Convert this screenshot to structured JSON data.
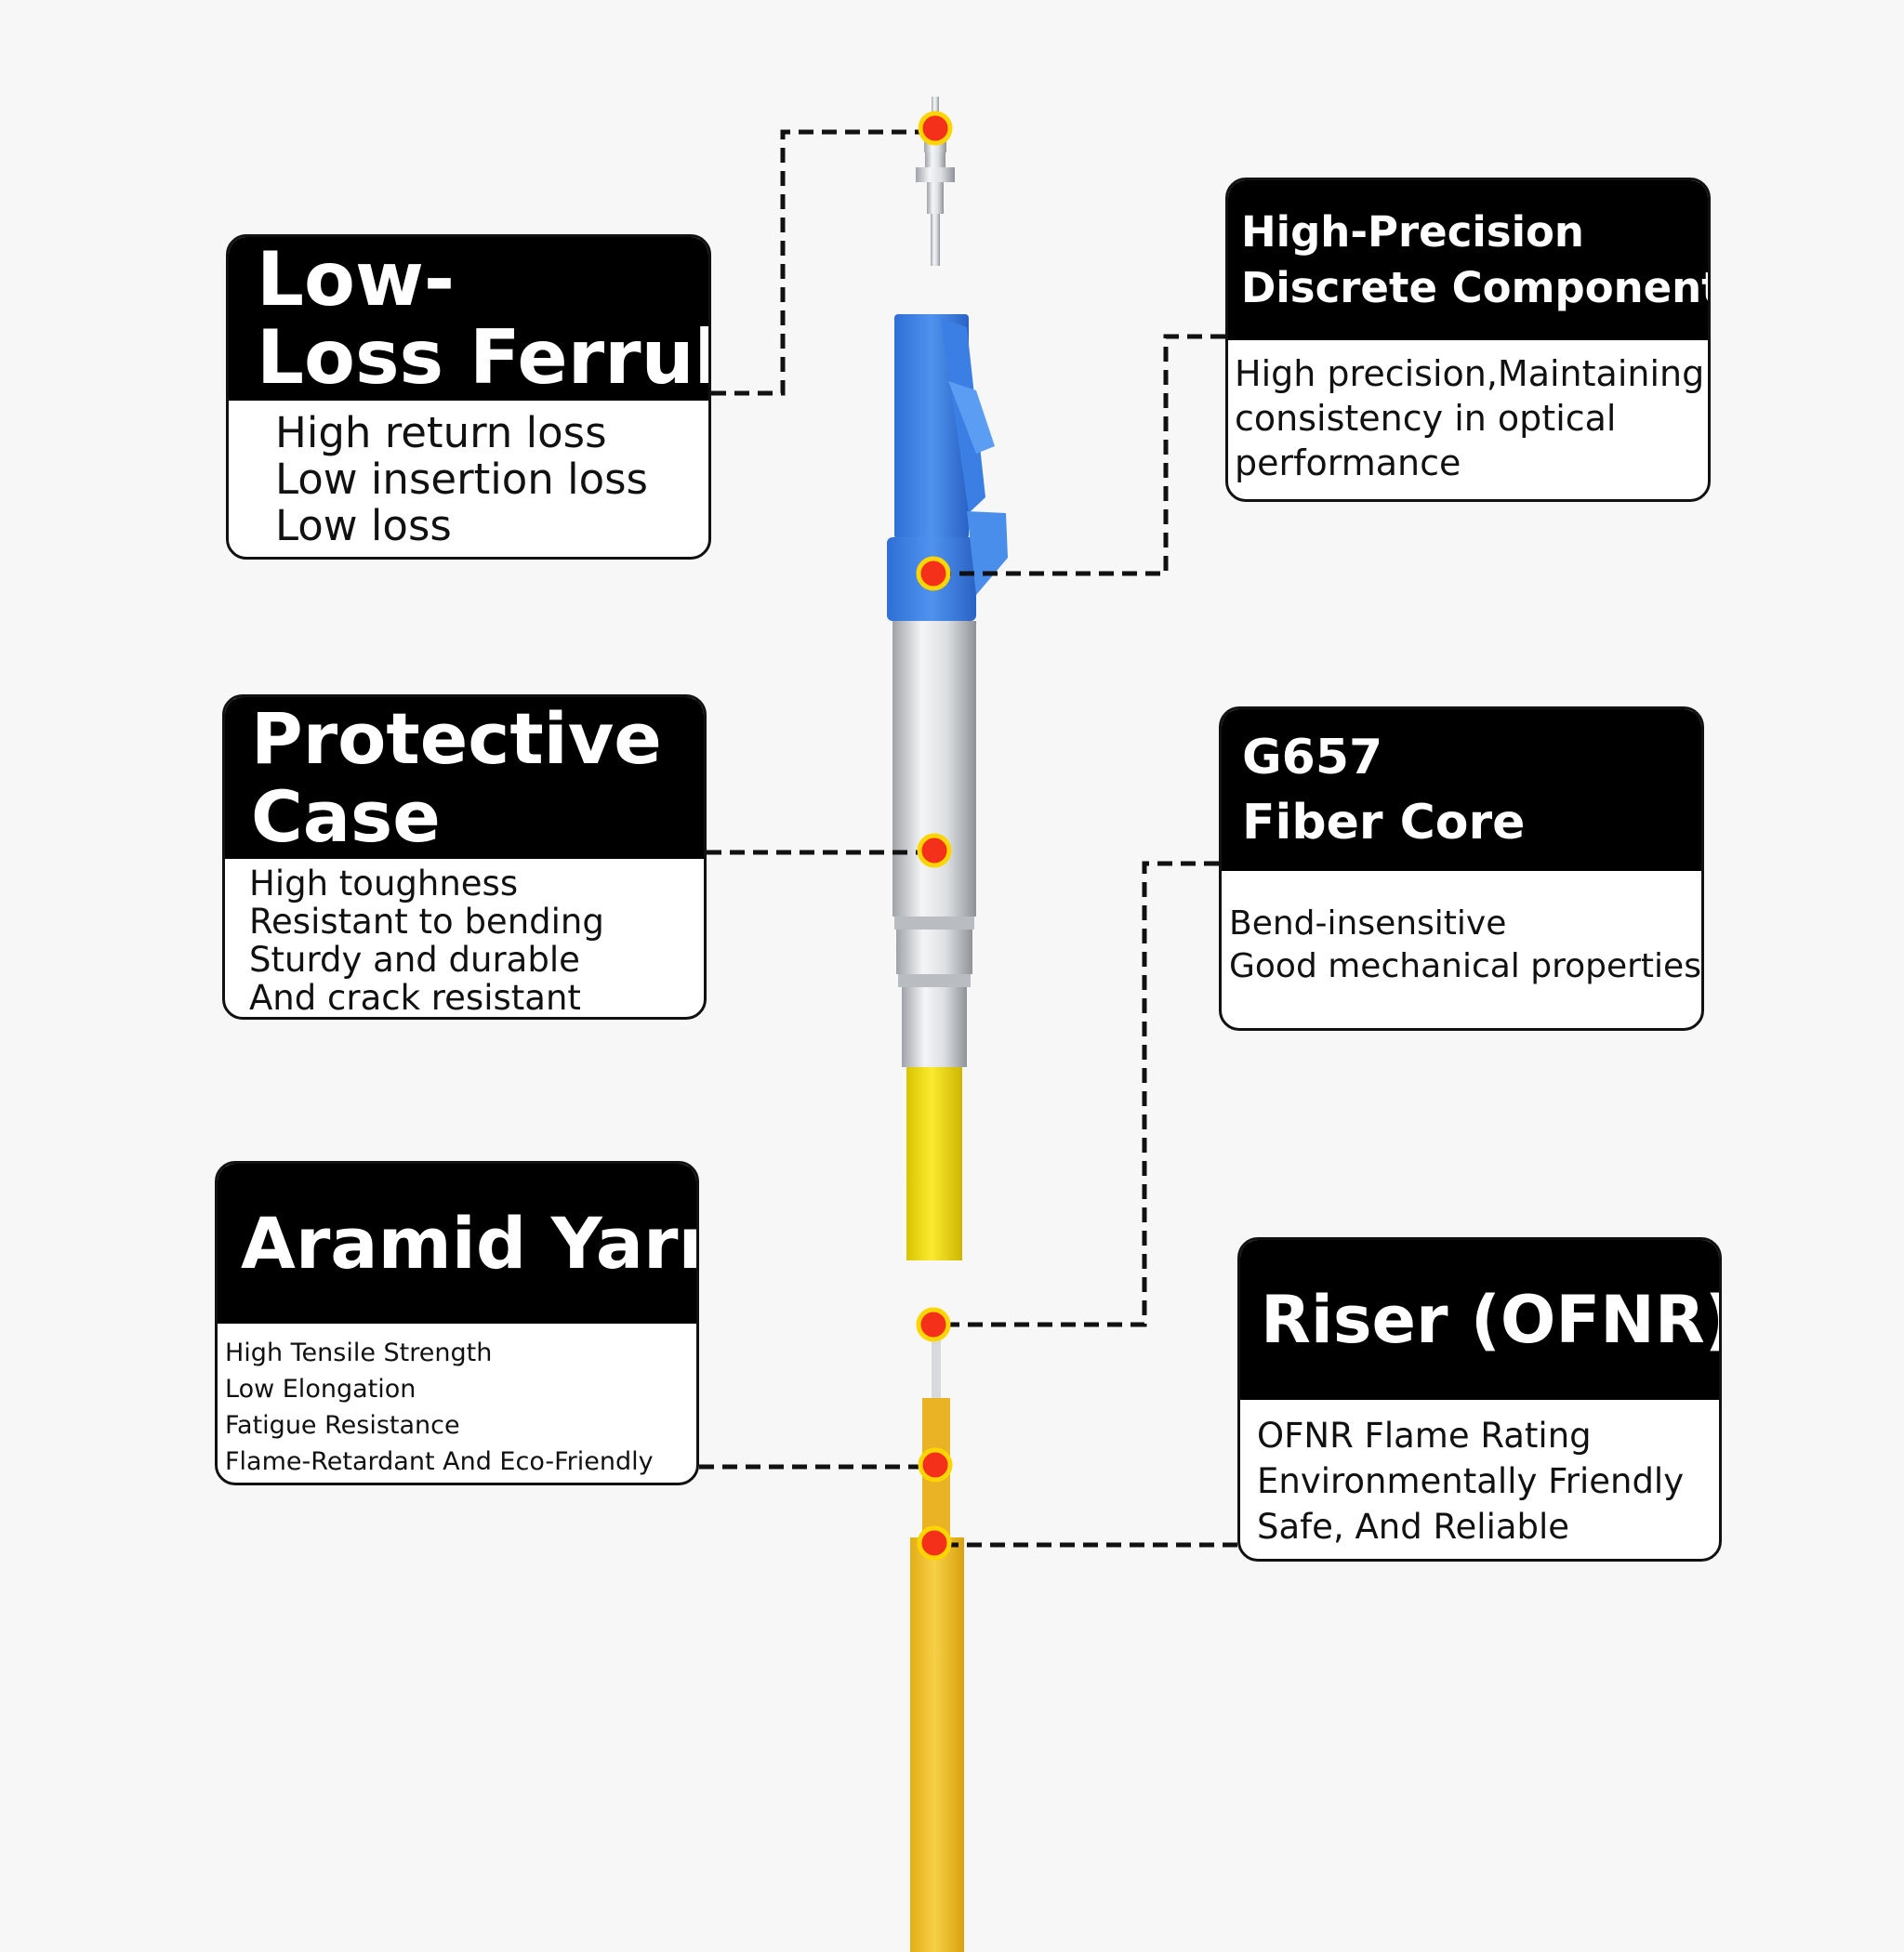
{
  "colors": {
    "background": "#f7f7f8",
    "panel_header": "#000000",
    "marker_fill": "#f4301b",
    "marker_ring": "#ffd500",
    "connector_blue": "#3d7fe0",
    "cable_yellow": "#f2c230"
  },
  "callouts": {
    "ferrule": {
      "title_lines": [
        "Low-",
        "Loss Ferrule"
      ],
      "lines": [
        "High return loss",
        "Low insertion loss",
        "Low loss"
      ]
    },
    "discrete": {
      "title_lines": [
        "High-Precision",
        "Discrete Components"
      ],
      "lines": [
        "High precision,Maintaining",
        "consistency in optical",
        "performance"
      ]
    },
    "case": {
      "title_lines": [
        "Protective",
        "Case"
      ],
      "lines": [
        "High toughness",
        "Resistant to bending",
        "Sturdy and durable",
        "And crack resistant"
      ]
    },
    "g657": {
      "title_lines": [
        "G657",
        "Fiber Core"
      ],
      "lines": [
        "Bend-insensitive",
        "Good mechanical properties"
      ]
    },
    "aramid": {
      "title_lines": [
        "Aramid Yarn"
      ],
      "lines": [
        "High Tensile Strength",
        "Low Elongation",
        "Fatigue Resistance",
        "Flame-Retardant And Eco-Friendly"
      ]
    },
    "riser": {
      "title_lines": [
        "Riser (OFNR)"
      ],
      "lines": [
        "OFNR Flame Rating",
        "Environmentally Friendly",
        "Safe, And Reliable"
      ]
    }
  }
}
